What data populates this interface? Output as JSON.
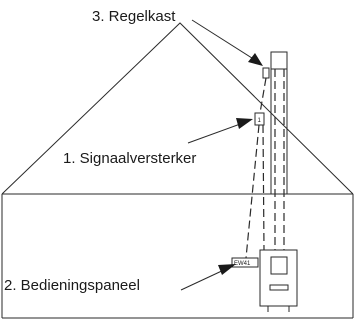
{
  "labels": {
    "regelkast": "3. Regelkast",
    "signaalversterker": "1. Signaalversterker",
    "bedieningspaneel": "2. Bedieningspaneel",
    "control_tag": "EW41",
    "repeater_tag": "1"
  }
}
